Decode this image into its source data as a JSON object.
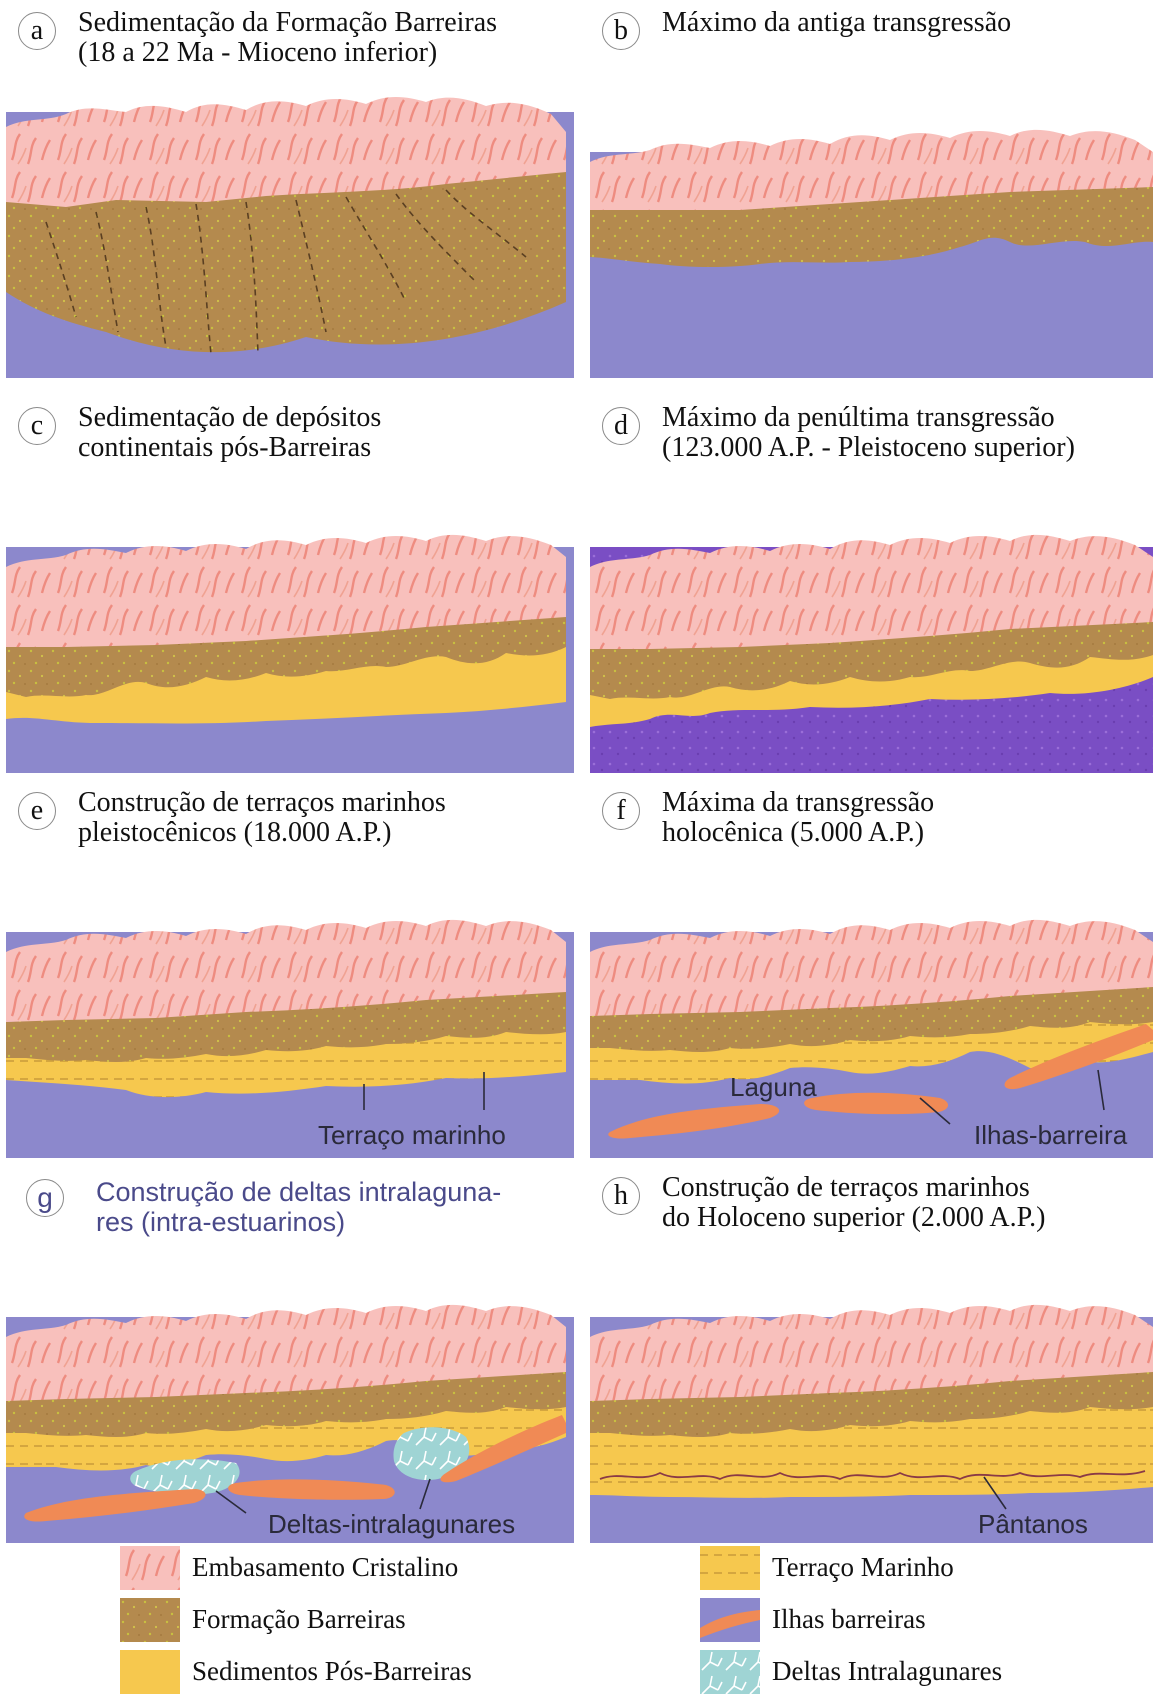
{
  "panels": [
    {
      "letter": "a",
      "title_line1": "Sedimentação da Formação Barreiras",
      "title_line2": "(18 a 22 Ma - Mioceno inferior)"
    },
    {
      "letter": "b",
      "title_line1": "Máximo da antiga transgressão",
      "title_line2": ""
    },
    {
      "letter": "c",
      "title_line1": "Sedimentação de depósitos",
      "title_line2": "continentais pós-Barreiras"
    },
    {
      "letter": "d",
      "title_line1": "Máximo da penúltima transgressão",
      "title_line2": "(123.000 A.P. - Pleistoceno superior)"
    },
    {
      "letter": "e",
      "title_line1": "Construção de terraços marinhos",
      "title_line2": "pleistocênicos (18.000 A.P.)",
      "callouts": [
        "Terraço marinho"
      ]
    },
    {
      "letter": "f",
      "title_line1": "Máxima da transgressão",
      "title_line2": "holocênica (5.000 A.P.)",
      "callouts": [
        "Laguna",
        "Ilhas-barreira"
      ]
    },
    {
      "letter": "g",
      "title_line1": "Construção de deltas intralaguna-",
      "title_line2": "res (intra-estuarinos)",
      "callouts": [
        "Deltas-intralagunares"
      ]
    },
    {
      "letter": "h",
      "title_line1": "Construção de terraços marinhos",
      "title_line2": "do Holoceno superior (2.000 A.P.)",
      "callouts": [
        "Pântanos"
      ]
    }
  ],
  "legend": [
    {
      "label": "Embasamento Cristalino",
      "swatch": "crystalline-basement"
    },
    {
      "label": "Terraço Marinho",
      "swatch": "marine-terrace"
    },
    {
      "label": "Formação Barreiras",
      "swatch": "barreiras-formation"
    },
    {
      "label": "Ilhas barreiras",
      "swatch": "barrier-islands"
    },
    {
      "label": "Sedimentos Pós-Barreiras",
      "swatch": "post-barreiras-sediments"
    },
    {
      "label": "Deltas Intralagunares",
      "swatch": "intralagoonal-deltas"
    }
  ],
  "colors": {
    "crystalline_basement": "#f8c0bc",
    "crystalline_streak": "#ee8c80",
    "barreiras": "#b48a4e",
    "barreiras_speckle": "#c8c040",
    "post_barreiras": "#f6c84e",
    "terrace_line": "#c89a3a",
    "sea": "#8c88cc",
    "deep_sea": "#7a4ec4",
    "barrier_island": "#f08a55",
    "delta": "#9fd4d4"
  }
}
